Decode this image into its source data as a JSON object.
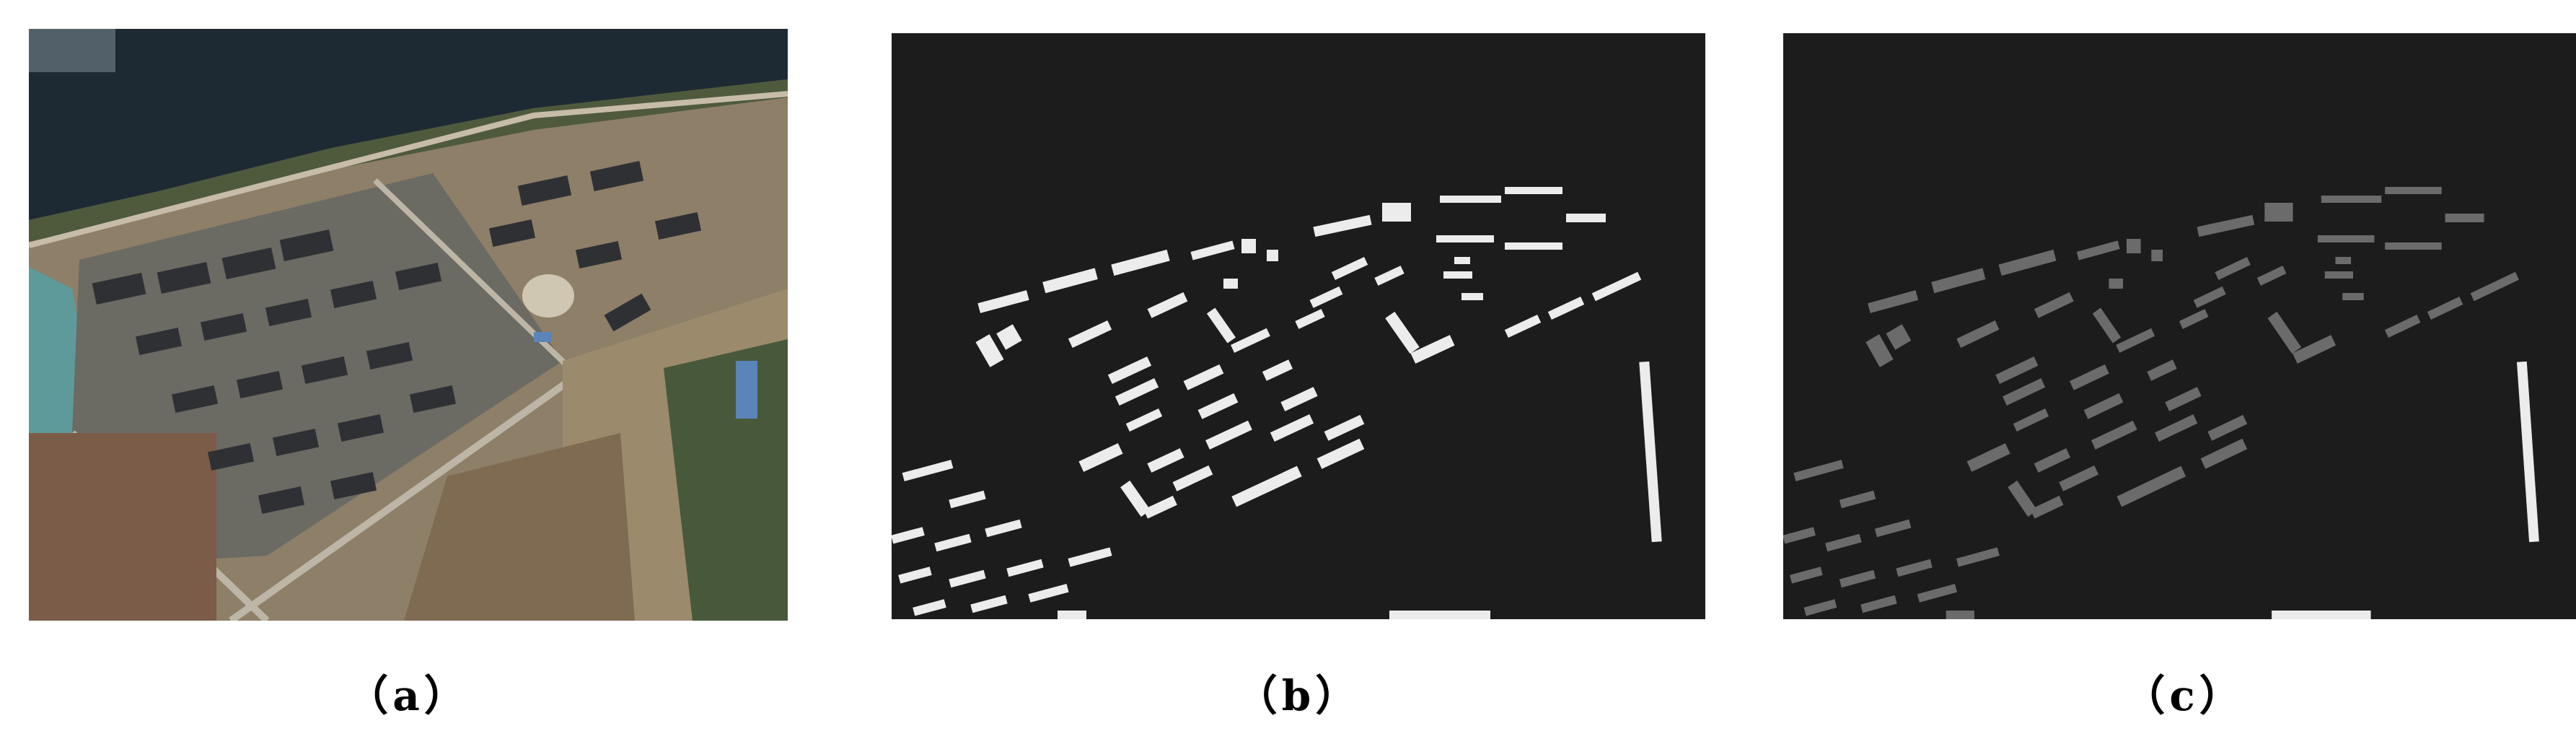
{
  "figure": {
    "panels": [
      {
        "id": "a",
        "caption": "（a）",
        "content": "satellite-image"
      },
      {
        "id": "b",
        "caption": "（b）",
        "content": "building-footprint-mask"
      },
      {
        "id": "c",
        "caption": "（c）",
        "content": "building-footprint-mask-dimmed"
      }
    ]
  },
  "colors": {
    "mask_background": "#1c1c1c",
    "mask_building_b": "#ececec",
    "mask_building_c": "#6b6b6b",
    "river": "#1e2a33",
    "soil": "#9c8a6c",
    "roof": "#2e3034",
    "road": "#bdb6a6"
  }
}
